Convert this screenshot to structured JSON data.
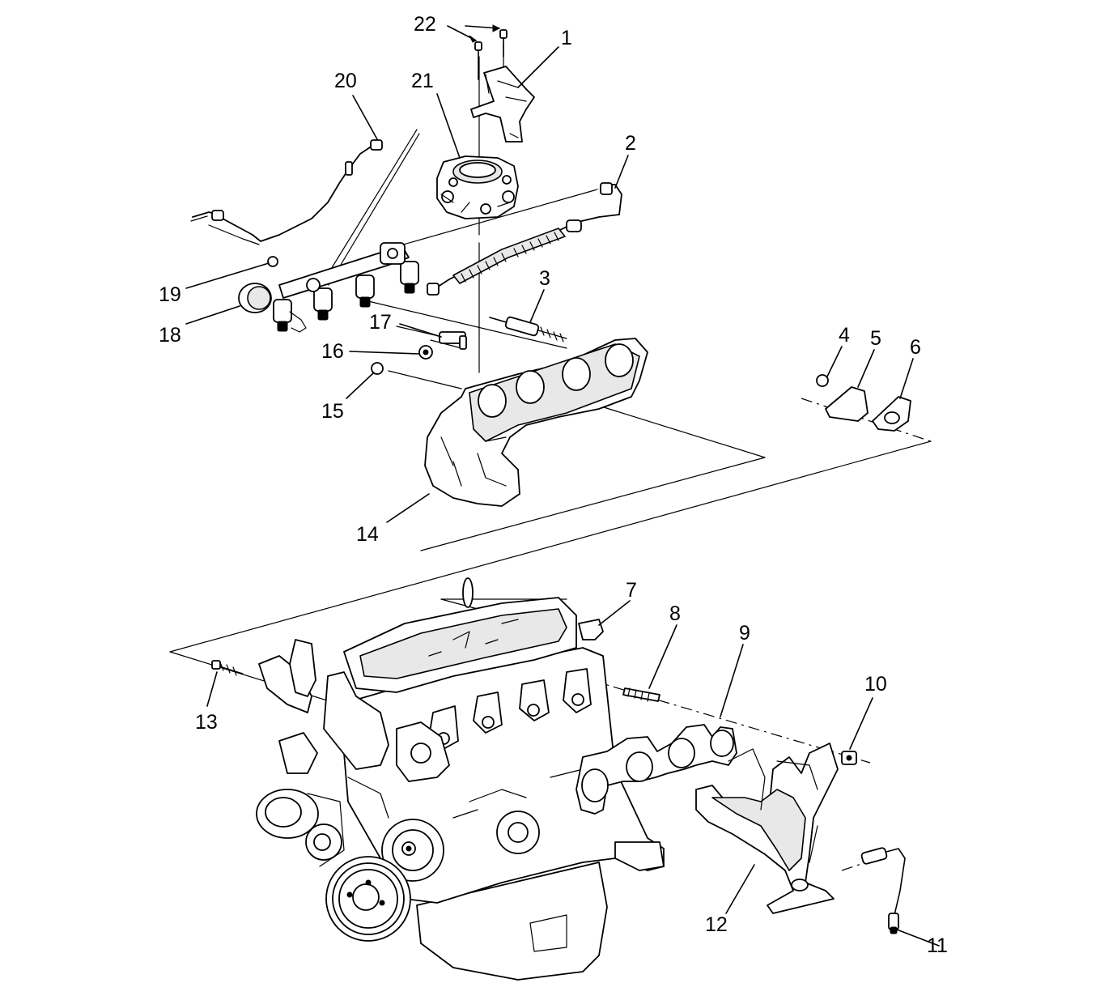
{
  "colors": {
    "ink": "#000000",
    "paper": "#ffffff",
    "shade": "#e8e8e8"
  },
  "callouts": [
    {
      "id": "1",
      "label": "1"
    },
    {
      "id": "2",
      "label": "2"
    },
    {
      "id": "3",
      "label": "3"
    },
    {
      "id": "4",
      "label": "4"
    },
    {
      "id": "5",
      "label": "5"
    },
    {
      "id": "6",
      "label": "6"
    },
    {
      "id": "7",
      "label": "7"
    },
    {
      "id": "8",
      "label": "8"
    },
    {
      "id": "9",
      "label": "9"
    },
    {
      "id": "10",
      "label": "10"
    },
    {
      "id": "11",
      "label": "11"
    },
    {
      "id": "12",
      "label": "12"
    },
    {
      "id": "13",
      "label": "13"
    },
    {
      "id": "14",
      "label": "14"
    },
    {
      "id": "15",
      "label": "15"
    },
    {
      "id": "16",
      "label": "16"
    },
    {
      "id": "17",
      "label": "17"
    },
    {
      "id": "18",
      "label": "18"
    },
    {
      "id": "19",
      "label": "19"
    },
    {
      "id": "20",
      "label": "20"
    },
    {
      "id": "21",
      "label": "21"
    },
    {
      "id": "22",
      "label": "22"
    }
  ]
}
